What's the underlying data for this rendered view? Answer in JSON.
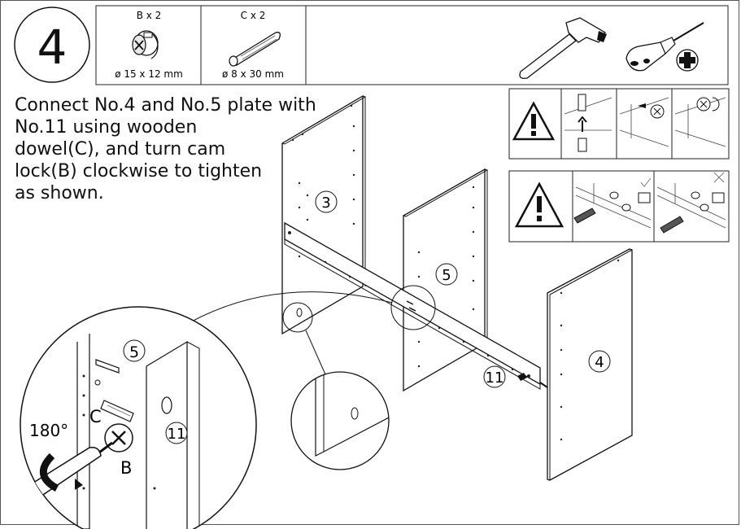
{
  "step": {
    "number": "4"
  },
  "parts": [
    {
      "label": "B x 2",
      "size": "ø 15 x 12 mm",
      "icon": "cam-lock-icon"
    },
    {
      "label": "C x 2",
      "size": "ø 8 x 30 mm",
      "icon": "wooden-dowel-icon"
    }
  ],
  "tools": [
    "hammer-icon",
    "phillips-screwdriver-icon"
  ],
  "instruction": {
    "lines": [
      "Connect No.4 and No.5 plate with",
      "No.11 using wooden",
      "dowel(C), and turn cam",
      "lock(B) clockwise to tighten",
      "as shown."
    ]
  },
  "panel_labels": {
    "p3": "3",
    "p5": "5",
    "p4": "4",
    "p11": "11"
  },
  "detail_labels": {
    "p5": "5",
    "p11": "11",
    "rotation": "180°",
    "part_c": "C",
    "part_b": "B"
  },
  "warnings": [
    "warning-icon",
    "warning-icon"
  ]
}
